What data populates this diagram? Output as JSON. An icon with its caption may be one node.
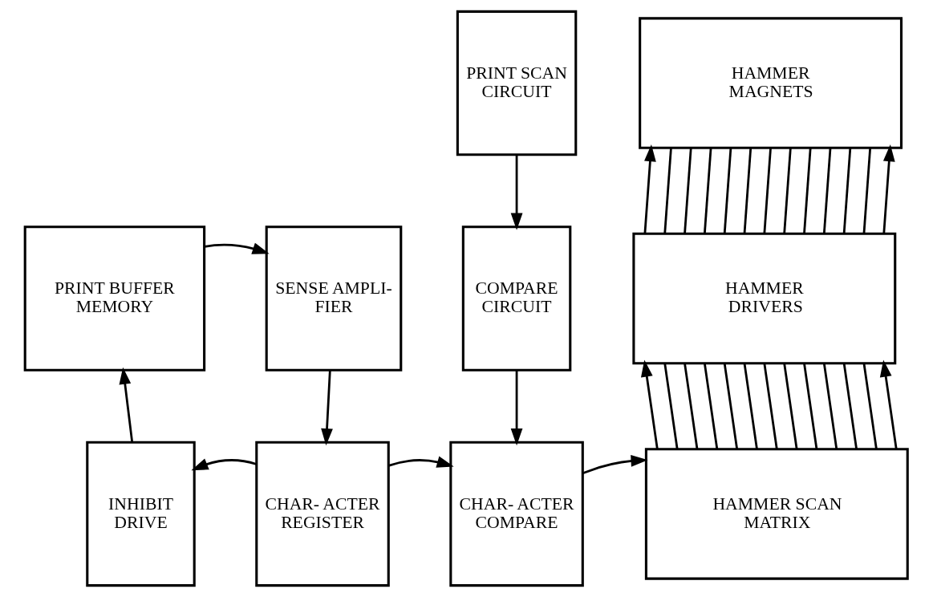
{
  "diagram": {
    "nodes": [
      {
        "text": [
          "PRINT SCAN CIRCUIT"
        ]
      },
      {
        "text": [
          "HAMMER MAGNETS"
        ]
      },
      {
        "text": [
          "PRINT BUFFER MEMORY"
        ]
      },
      {
        "text": [
          "SENSE AMPLI- FIER"
        ]
      },
      {
        "text": [
          "COMPARE CIRCUIT"
        ]
      },
      {
        "text": [
          "HAMMER DRIVERS"
        ]
      },
      {
        "text": [
          "INHIBIT DRIVE"
        ]
      },
      {
        "text": [
          "CHAR- ACTER REGISTER"
        ]
      },
      {
        "text": [
          "CHAR- ACTER COMPARE"
        ]
      },
      {
        "text": [
          "HAMMER SCAN MATRIX"
        ]
      }
    ],
    "edges": [
      {
        "from": 2,
        "to": 3,
        "arrow": "to"
      },
      {
        "from": 3,
        "to": 7,
        "arrow": "to"
      },
      {
        "from": 6,
        "to": 2,
        "arrow": "to"
      },
      {
        "from": 7,
        "to": 6,
        "arrow": "to"
      },
      {
        "from": 7,
        "to": 8,
        "arrow": "to"
      },
      {
        "from": 0,
        "to": 4,
        "arrow": "to"
      },
      {
        "from": 4,
        "to": 8,
        "arrow": "to"
      },
      {
        "from": 8,
        "to": 9,
        "arrow": "to"
      },
      {
        "from": 9,
        "to": 5,
        "arrow": "to"
      },
      {
        "from": 9,
        "to": 5,
        "arrow": "none"
      },
      {
        "from": 9,
        "to": 5,
        "arrow": "none"
      },
      {
        "from": 9,
        "to": 5,
        "arrow": "none"
      },
      {
        "from": 9,
        "to": 5,
        "arrow": "none"
      },
      {
        "from": 9,
        "to": 5,
        "arrow": "none"
      },
      {
        "from": 9,
        "to": 5,
        "arrow": "none"
      },
      {
        "from": 9,
        "to": 5,
        "arrow": "none"
      },
      {
        "from": 9,
        "to": 5,
        "arrow": "none"
      },
      {
        "from": 9,
        "to": 5,
        "arrow": "none"
      },
      {
        "from": 9,
        "to": 5,
        "arrow": "none"
      },
      {
        "from": 9,
        "to": 5,
        "arrow": "none"
      },
      {
        "from": 9,
        "to": 5,
        "arrow": "to"
      },
      {
        "from": 5,
        "to": 1,
        "arrow": "to"
      },
      {
        "from": 5,
        "to": 1,
        "arrow": "none"
      },
      {
        "from": 5,
        "to": 1,
        "arrow": "none"
      },
      {
        "from": 5,
        "to": 1,
        "arrow": "none"
      },
      {
        "from": 5,
        "to": 1,
        "arrow": "none"
      },
      {
        "from": 5,
        "to": 1,
        "arrow": "none"
      },
      {
        "from": 5,
        "to": 1,
        "arrow": "none"
      },
      {
        "from": 5,
        "to": 1,
        "arrow": "none"
      },
      {
        "from": 5,
        "to": 1,
        "arrow": "none"
      },
      {
        "from": 5,
        "to": 1,
        "arrow": "none"
      },
      {
        "from": 5,
        "to": 1,
        "arrow": "none"
      },
      {
        "from": 5,
        "to": 1,
        "arrow": "none"
      },
      {
        "from": 5,
        "to": 1,
        "arrow": "to"
      }
    ]
  }
}
